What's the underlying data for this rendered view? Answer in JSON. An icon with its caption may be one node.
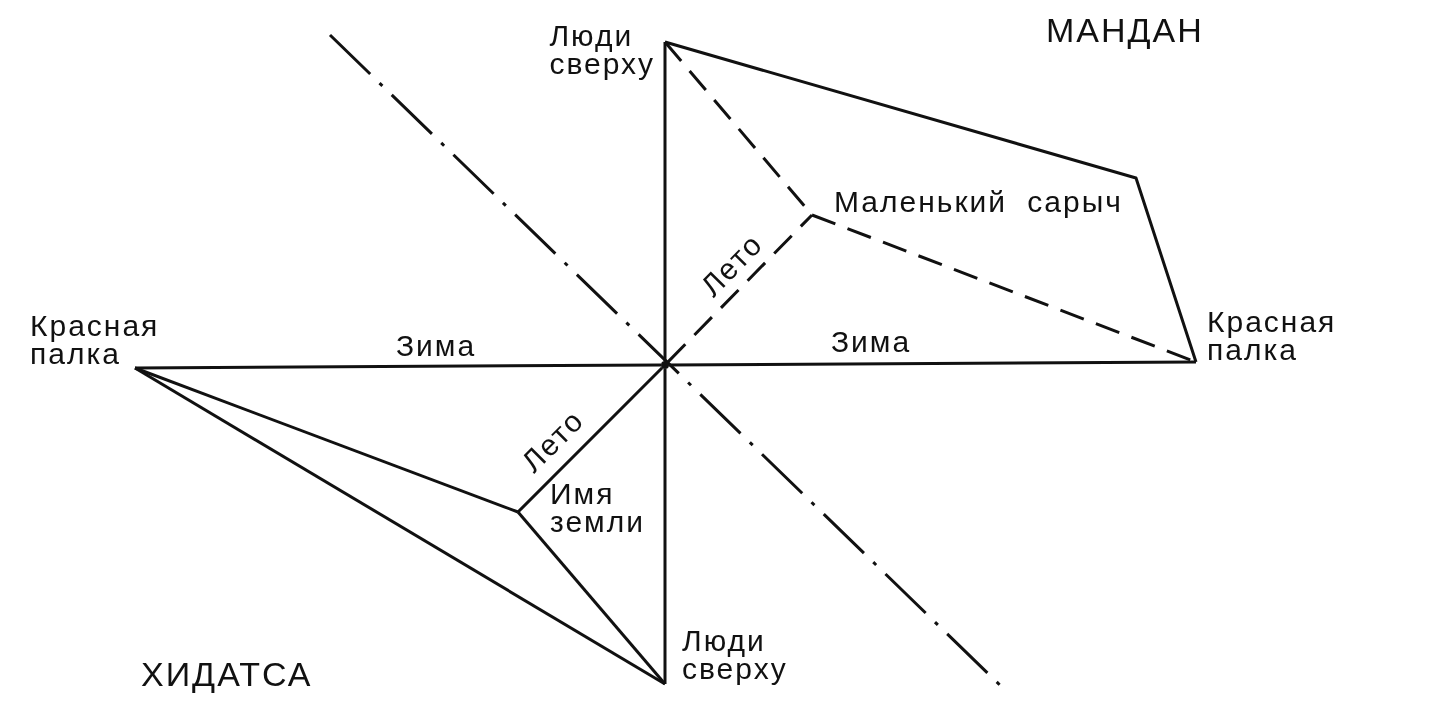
{
  "diagram": {
    "nodes": [
      {
        "text": [
          "Люди сверху"
        ]
      },
      {
        "text": [
          "Маленький сарыч"
        ]
      },
      {
        "text": [
          "Красная палка"
        ]
      },
      {
        "text": [
          "Красная палка"
        ]
      },
      {
        "text": [],
        "shape": "point"
      },
      {
        "text": [
          "Имя земли"
        ]
      },
      {
        "text": [
          "Люди сверху"
        ]
      }
    ],
    "edges": [
      {
        "from": 0,
        "to": 4,
        "arrow": "none"
      },
      {
        "from": 4,
        "to": 6,
        "arrow": "none"
      },
      {
        "from": 2,
        "to": 4,
        "arrow": "none",
        "label": "Зима"
      },
      {
        "from": 4,
        "to": 3,
        "arrow": "none",
        "label": "Зима"
      },
      {
        "from": 4,
        "to": 1,
        "arrow": "none",
        "label": "Лето",
        "style": "dashed"
      },
      {
        "from": 4,
        "to": 5,
        "arrow": "none",
        "label": "Лето"
      },
      {
        "from": 0,
        "to": 3,
        "arrow": "none"
      },
      {
        "from": 0,
        "to": 1,
        "arrow": "none",
        "style": "dashed"
      },
      {
        "from": 1,
        "to": 3,
        "arrow": "none",
        "style": "dashed"
      },
      {
        "from": 2,
        "to": 5,
        "arrow": "none"
      },
      {
        "from": 2,
        "to": 6,
        "arrow": "none"
      },
      {
        "from": 5,
        "to": 6,
        "arrow": "none"
      }
    ],
    "labels": [
      "МАНДАН",
      "ХИДАТСА"
    ]
  }
}
